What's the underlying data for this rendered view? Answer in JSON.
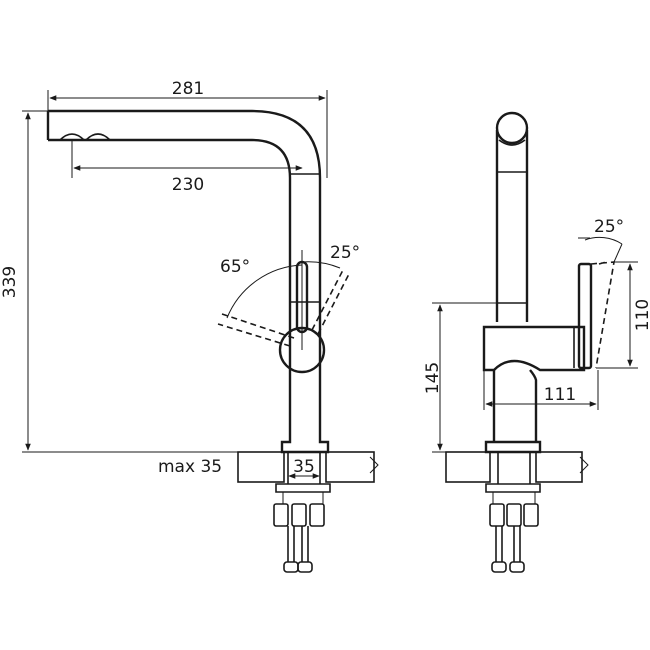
{
  "dimensions": {
    "spout_reach_total": "281",
    "spout_reach_inner": "230",
    "total_height": "339",
    "mount_height": "145",
    "body_depth": "111",
    "handle_height": "110",
    "bore_diameter": "35",
    "max_thickness": "max 35",
    "angle_handle_side": "25°",
    "angle_handle_front": "65°",
    "angle_side_view": "25°"
  },
  "colors": {
    "ink": "#1a1a1a",
    "background": "#ffffff"
  }
}
